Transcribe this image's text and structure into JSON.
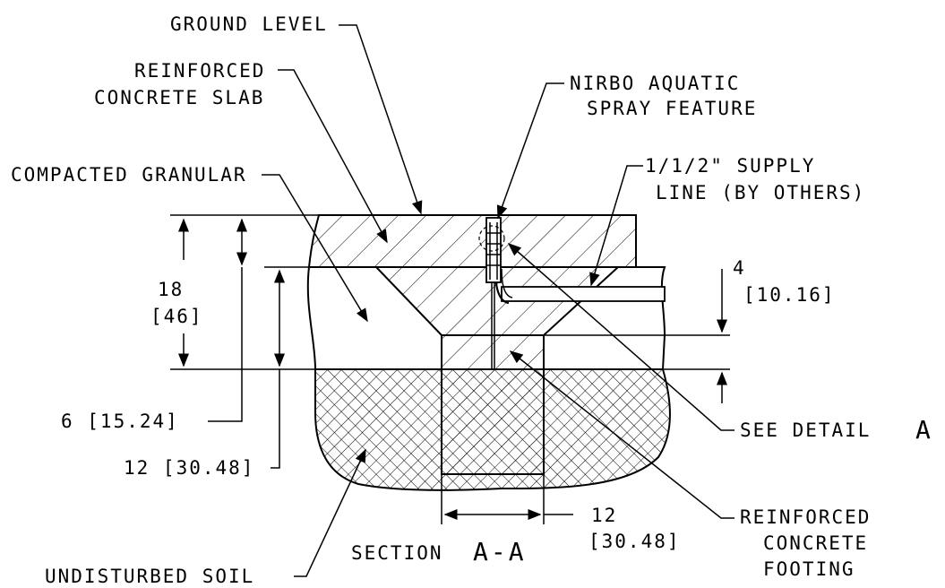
{
  "labels": {
    "ground_level": "GROUND LEVEL",
    "slab_1": "REINFORCED",
    "slab_2": "CONCRETE SLAB",
    "nirbo_1": "NIRBO AQUATIC",
    "nirbo_2": "SPRAY FEATURE",
    "granular": "COMPACTED GRANULAR",
    "supply_1": "1/1/2\" SUPPLY",
    "supply_2": "LINE (BY OTHERS)",
    "see_detail": "SEE DETAIL",
    "detail_letter": "A",
    "footing_1": "REINFORCED",
    "footing_2": "CONCRETE",
    "footing_3": "FOOTING",
    "soil": "UNDISTURBED SOIL",
    "section": "SECTION",
    "section_id": "A-A"
  },
  "dimensions": {
    "d18": "18",
    "d18_metric": "[46]",
    "d6": "6 [15.24]",
    "d12_left": "12 [30.48]",
    "d4": "4",
    "d4_metric": "[10.16]",
    "d12_bottom": "12",
    "d12_bottom_metric": "[30.48]"
  },
  "colors": {
    "line": "#000000",
    "background": "#ffffff"
  }
}
